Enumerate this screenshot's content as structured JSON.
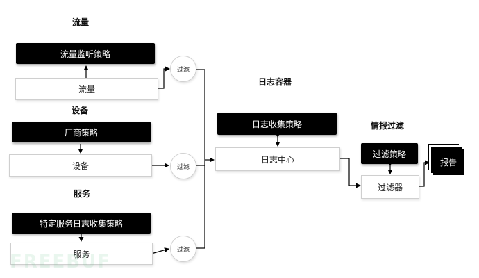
{
  "sections": {
    "traffic": "流量",
    "device": "设备",
    "service": "服务",
    "log_container": "日志容器",
    "intel_filter": "情报过滤"
  },
  "boxes": {
    "traffic_policy": "流量监听策略",
    "traffic": "流量",
    "vendor_policy": "厂商策略",
    "device": "设备",
    "service_policy": "特定服务日志收集策略",
    "service": "服务",
    "log_collect_policy": "日志收集策略",
    "log_center": "日志中心",
    "filter_policy": "过滤策略",
    "filter": "过滤器",
    "report": "报告"
  },
  "filters": {
    "traffic_filter": "过滤",
    "device_filter": "过滤",
    "service_filter": "过滤"
  },
  "colors": {
    "dark_box": "#000000",
    "light_box": "#ffffff",
    "line": "#000000"
  },
  "watermark": "FREEBUF"
}
